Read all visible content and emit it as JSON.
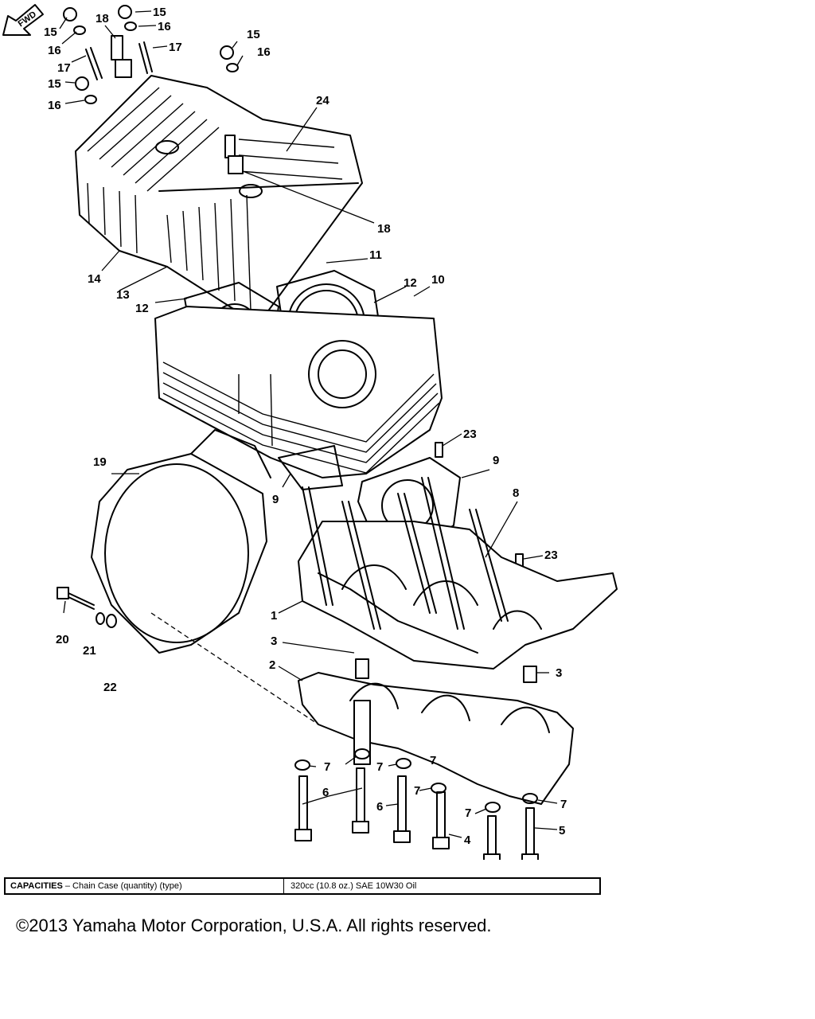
{
  "callouts": {
    "c1": "1",
    "c2": "2",
    "c3a": "3",
    "c3b": "3",
    "c4": "4",
    "c5": "5",
    "c6a": "6",
    "c6b": "6",
    "c7a": "7",
    "c7b": "7",
    "c7c": "7",
    "c7d": "7",
    "c7e": "7",
    "c7f": "7",
    "c8": "8",
    "c9a": "9",
    "c9b": "9",
    "c10": "10",
    "c11": "11",
    "c12a": "12",
    "c12b": "12",
    "c13": "13",
    "c14": "14",
    "c15a": "15",
    "c15b": "15",
    "c15c": "15",
    "c15d": "15",
    "c16a": "16",
    "c16b": "16",
    "c16c": "16",
    "c16d": "16",
    "c17a": "17",
    "c17b": "17",
    "c18a": "18",
    "c18b": "18",
    "c19": "19",
    "c20": "20",
    "c21": "21",
    "c22": "22",
    "c23a": "23",
    "c23b": "23",
    "c24": "24"
  },
  "fwd_label": "FWD",
  "capacities": {
    "label": "CAPACITIES",
    "item": " – Chain Case (quantity) (type)",
    "value": "320cc (10.8 oz.) SAE 10W30 Oil"
  },
  "copyright": "©2013 Yamaha Motor Corporation, U.S.A. All rights reserved."
}
